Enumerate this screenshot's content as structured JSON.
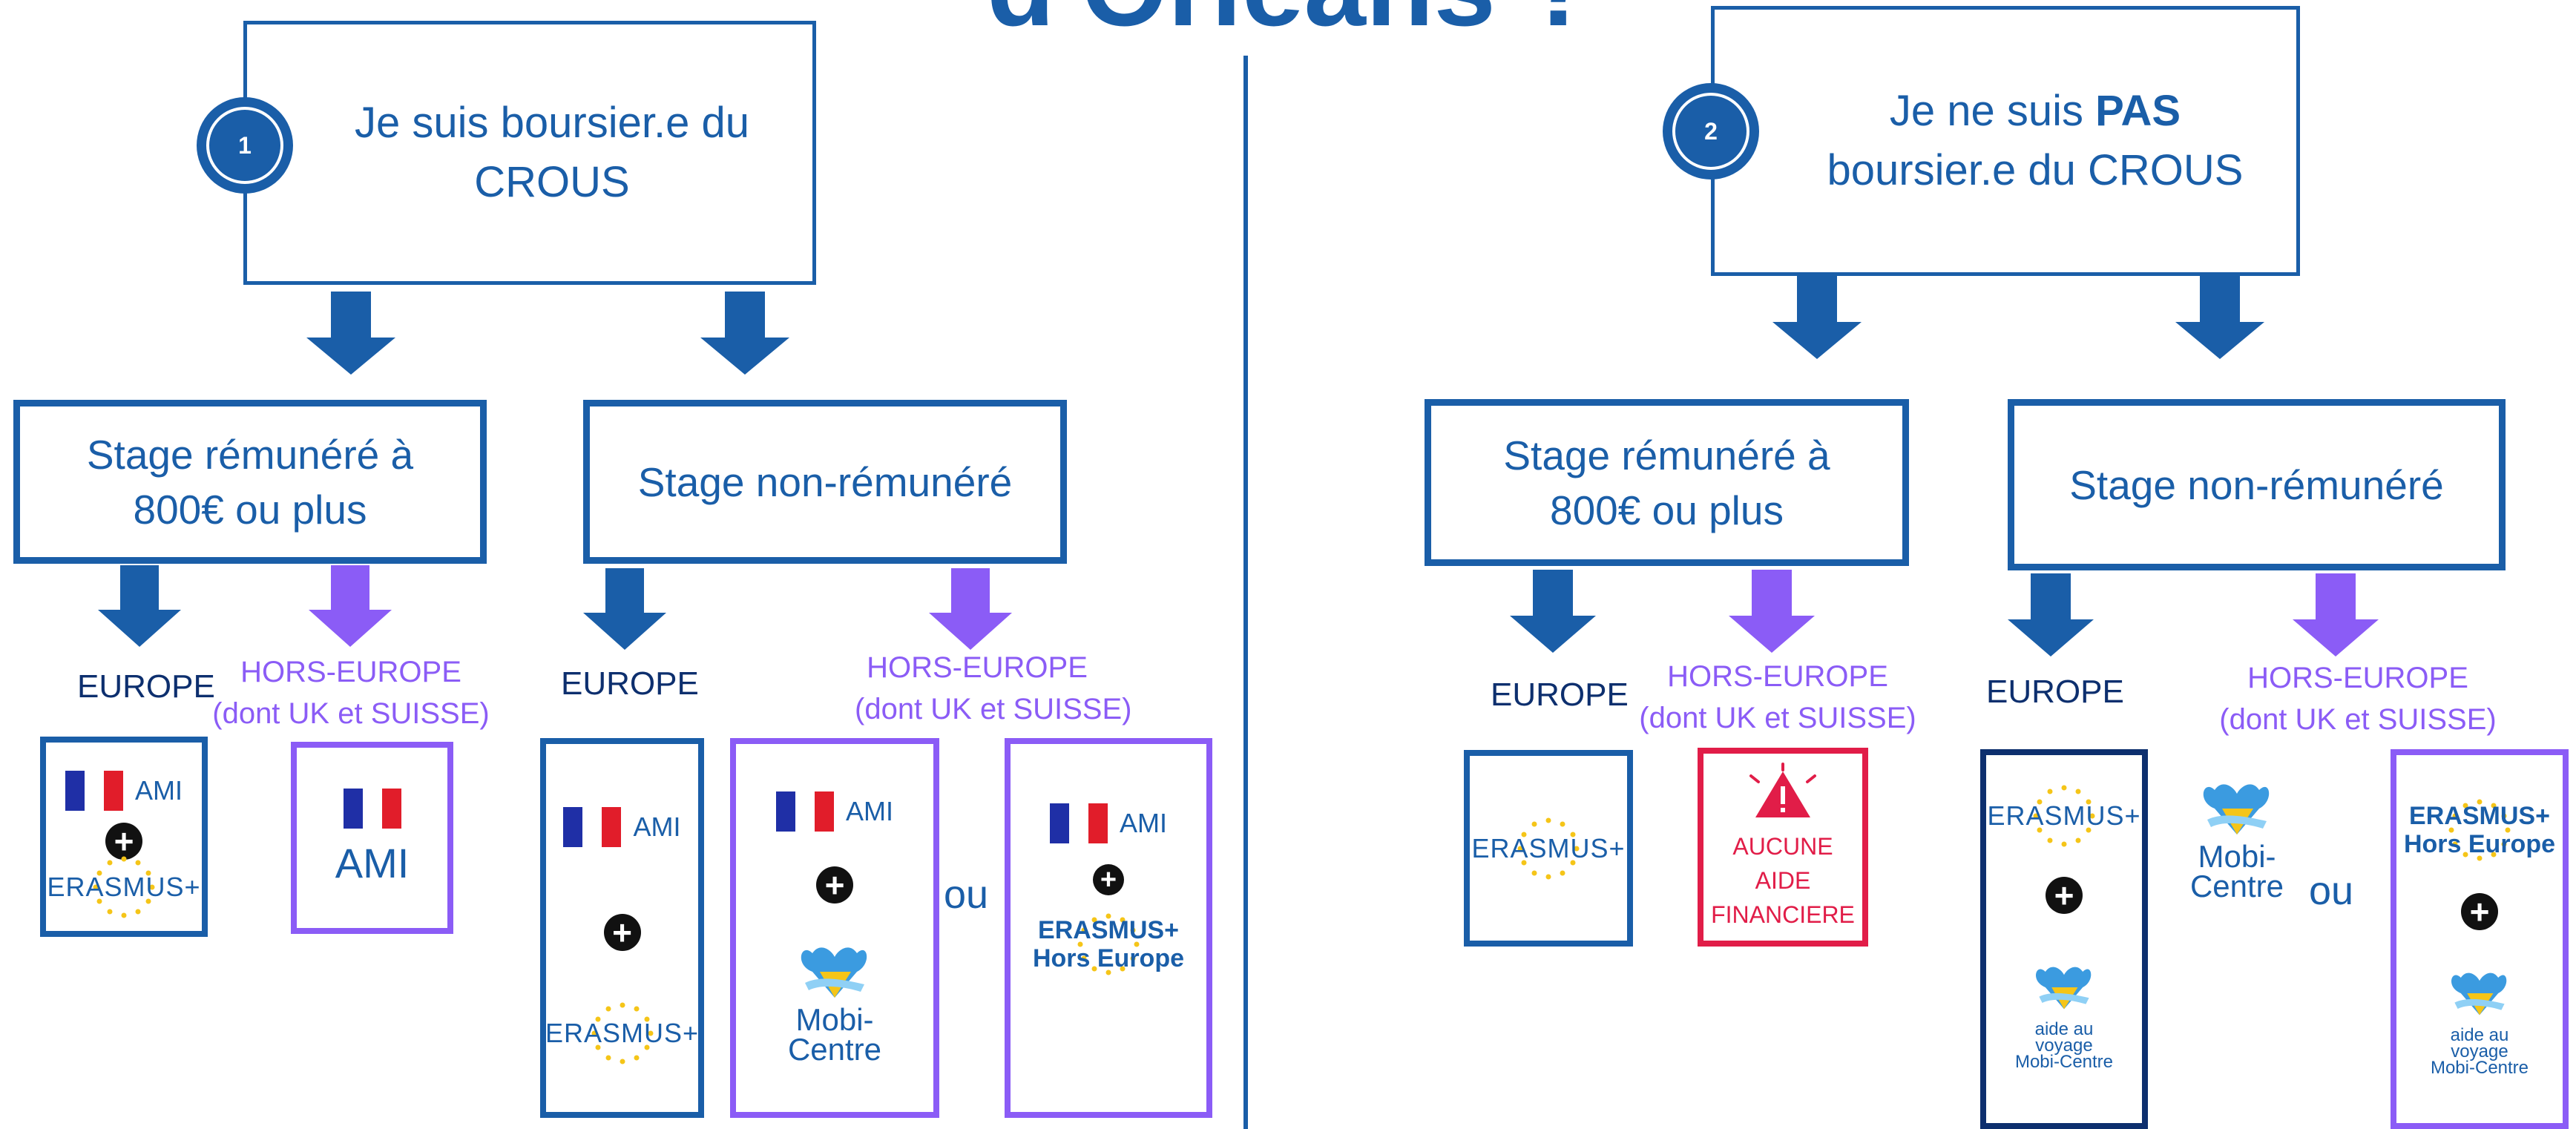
{
  "title_partial": "d'Orléans ?",
  "left": {
    "badge": "1",
    "heading": "Je suis boursier.e du CROUS",
    "paid_stage": "Stage rémunéré à 800€ ou plus",
    "unpaid_stage": "Stage non-rémunéré",
    "paid": {
      "europe_label": "EUROPE",
      "he_label_line1": "HORS-EUROPE",
      "he_label_line2": "(dont UK et SUISSE)",
      "europe_card": {
        "ami": "AMI",
        "erasmus": "ERASMUS+"
      },
      "he_card": {
        "ami": "AMI"
      }
    },
    "unpaid": {
      "europe_label": "EUROPE",
      "he_label_line1": "HORS-EUROPE",
      "he_label_line2": "(dont UK et SUISSE)",
      "europe_card": {
        "ami": "AMI",
        "erasmus": "ERASMUS+"
      },
      "he_card1": {
        "ami": "AMI",
        "mobi": "Mobi-Centre"
      },
      "ou": "ou",
      "he_card2": {
        "ami": "AMI",
        "erasmus_line1": "ERASMUS+",
        "erasmus_line2": "Hors Europe"
      }
    }
  },
  "right": {
    "badge": "2",
    "heading_prefix": "Je ne suis",
    "heading_bold": "PAS",
    "heading_suffix": "boursier.e du CROUS",
    "paid_stage": "Stage rémunéré à 800€ ou plus",
    "unpaid_stage": "Stage non-rémunéré",
    "paid": {
      "europe_label": "EUROPE",
      "he_label_line1": "HORS-EUROPE",
      "he_label_line2": "(dont UK et SUISSE)",
      "europe_card": {
        "erasmus": "ERASMUS+"
      },
      "he_card": {
        "line1": "AUCUNE",
        "line2": "AIDE",
        "line3": "FINANCIERE"
      }
    },
    "unpaid": {
      "europe_label": "EUROPE",
      "he_label_line1": "HORS-EUROPE",
      "he_label_line2": "(dont UK et SUISSE)",
      "europe_card": {
        "erasmus": "ERASMUS+",
        "aide_line1": "aide au",
        "aide_line2": "voyage",
        "aide_line3": "Mobi-Centre"
      },
      "mobi": "Mobi-Centre",
      "ou": "ou",
      "he_card": {
        "erasmus_line1": "ERASMUS+",
        "erasmus_line2": "Hors Europe",
        "aide_line1": "aide au",
        "aide_line2": "voyage",
        "aide_line3": "Mobi-Centre"
      }
    }
  },
  "colors": {
    "blue": "#1a5ea8",
    "navy": "#0d2f6e",
    "purple": "#8b5cf6",
    "red": "#e11d48"
  },
  "icons": [
    "france-flag-icon",
    "plus-icon",
    "erasmus-stars-icon",
    "mobi-centre-logo-icon",
    "warning-icon",
    "down-arrow-icon"
  ]
}
